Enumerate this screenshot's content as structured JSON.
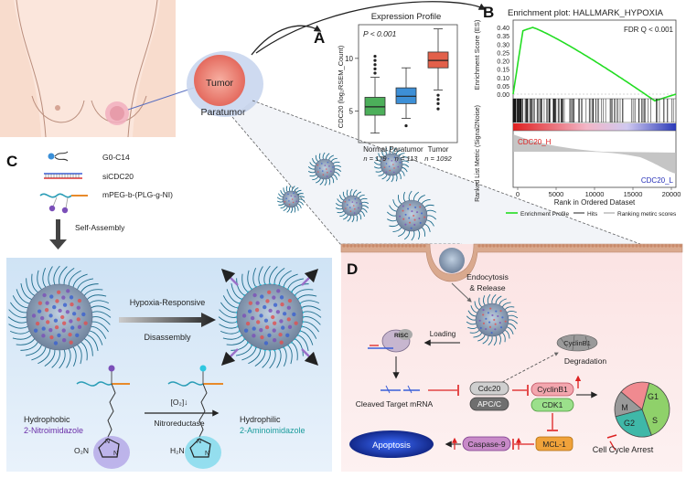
{
  "panel_labels": {
    "A": "A",
    "B": "B",
    "C": "C",
    "D": "D"
  },
  "anatomy": {
    "tumor_label": "Tumor",
    "paratumor_label": "Paratumor"
  },
  "panel_a": {
    "title": "Expression Profile",
    "pvalue": "P < 0.001",
    "ylabel": "CDC20 (log₂RSEM_Count)",
    "yticks": [
      "5",
      "10"
    ],
    "groups": [
      {
        "name": "Normal",
        "n": "n = 179",
        "color": "#4caf5a",
        "q1": 4.6,
        "median": 5.4,
        "q3": 6.3,
        "wlo": 2.9,
        "whi": 8.2,
        "outliers_hi": [
          8.6,
          9.0,
          9.4,
          9.8,
          10.2
        ],
        "outliers_lo": []
      },
      {
        "name": "Paratumor",
        "n": "n = 113",
        "color": "#3d8fd6",
        "q1": 5.7,
        "median": 6.4,
        "q3": 7.2,
        "wlo": 4.3,
        "whi": 9.1,
        "outliers_hi": [],
        "outliers_lo": [
          3.6
        ]
      },
      {
        "name": "Tumor",
        "n": "n = 1092",
        "color": "#e2604a",
        "q1": 9.1,
        "median": 9.8,
        "q3": 10.6,
        "wlo": 7.0,
        "whi": 12.8,
        "outliers_hi": [],
        "outliers_lo": [
          6.5,
          6.1,
          5.7,
          5.2
        ]
      }
    ]
  },
  "panel_b": {
    "title": "Enrichment plot: HALLMARK_HYPOXIA",
    "fdr": "FDR Q < 0.001",
    "ylabel_top": "Enrichment Score (ES)",
    "yticks_top": [
      "0.40",
      "0.35",
      "0.30",
      "0.25",
      "0.20",
      "0.15",
      "0.10",
      "0.05",
      "0.00"
    ],
    "ylabel_bottom": "Ranked List Metric (Signal2Noise)",
    "xlabel": "Rank in Ordered Dataset",
    "xticks": [
      "0",
      "5000",
      "10000",
      "15000",
      "20000"
    ],
    "high_label": "CDC20_H",
    "low_label": "CDC20_L",
    "legend": [
      "Enrichment Profile",
      "Hits",
      "Ranking metirc scores"
    ],
    "es_color": "#22dd22"
  },
  "panel_c": {
    "components": [
      "G0-C14",
      "siCDC20",
      "mPEG-b-(PLG-g-NI)"
    ],
    "assembly": "Self-Assembly",
    "hypoxia_line1": "Hypoxia-Responsive",
    "hypoxia_line2": "Disassembly",
    "reaction_top": "[O₂]↓",
    "reaction_bottom": "Nitroreductase",
    "hydrophobic": "Hydrophobic",
    "nitro_name": "2-Nitroimidazole",
    "hydrophilic": "Hydrophilic",
    "amino_name": "2-Aminoimidazole",
    "nitro_group": "O₂N",
    "amino_group": "H₂N"
  },
  "panel_d": {
    "endocytosis_line1": "Endocytosis",
    "endocytosis_line2": "& Release",
    "risc": "RISC",
    "loading": "Loading",
    "cyclin_blob": "CyclinB1",
    "degradation": "Degradation",
    "cleaved": "Cleaved Target mRNA",
    "cdc20": "Cdc20",
    "apcc": "APC/C",
    "cyclinb1": "CyclinB1",
    "cdk1": "CDK1",
    "mcl1": "MCL-1",
    "caspase": "Caspase-9",
    "apoptosis": "Apoptosis",
    "arrest": "Cell Cycle Arrest",
    "phases": [
      "G1",
      "S",
      "G2",
      "M"
    ],
    "phase_colors": [
      "#8fd16a",
      "#3fb8a8",
      "#9a9a9a",
      "#f08a90"
    ]
  }
}
